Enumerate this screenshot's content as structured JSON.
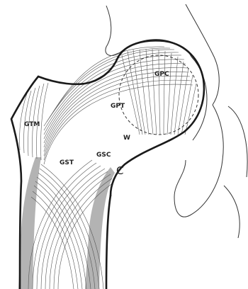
{
  "labels": {
    "gpc": "GPC",
    "gpt": "GPT",
    "gtm": "GTM",
    "gst": "GST",
    "gsc": "GSC",
    "w": "W",
    "c": "C"
  },
  "colors": {
    "outline": "#1a1a1a",
    "trabeculae": "#555555",
    "cortex": "#b3b3b3",
    "pelvis": "#333333",
    "background": "#ffffff"
  }
}
